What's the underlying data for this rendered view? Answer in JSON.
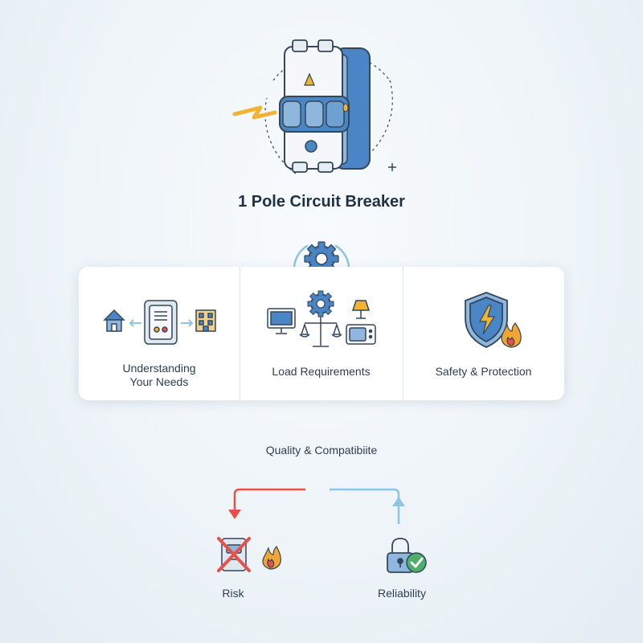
{
  "title": "1 Pole Circuit Breaker",
  "cards": [
    {
      "line1": "Understanding",
      "line2": "Your Needs"
    },
    {
      "line1": "Load Requirements"
    },
    {
      "line1": "Safety & Protection"
    }
  ],
  "quality_label": "Quality & Compatibiite",
  "outcomes": {
    "risk": "Risk",
    "reliability": "Reliability"
  },
  "colors": {
    "accent_blue": "#4a86c5",
    "gold": "#f2b233",
    "risk_red": "#e8504a",
    "reliability_blue": "#8ec4e4",
    "check_green": "#4caf6a"
  },
  "icons": [
    "circuit-breaker-icon",
    "lightning-icon",
    "gear-icon",
    "house-icon",
    "building-icon",
    "monitor-icon",
    "scale-icon",
    "lamp-icon",
    "microwave-icon",
    "shield-icon",
    "flame-icon",
    "lock-icon",
    "check-icon",
    "cross-icon"
  ]
}
